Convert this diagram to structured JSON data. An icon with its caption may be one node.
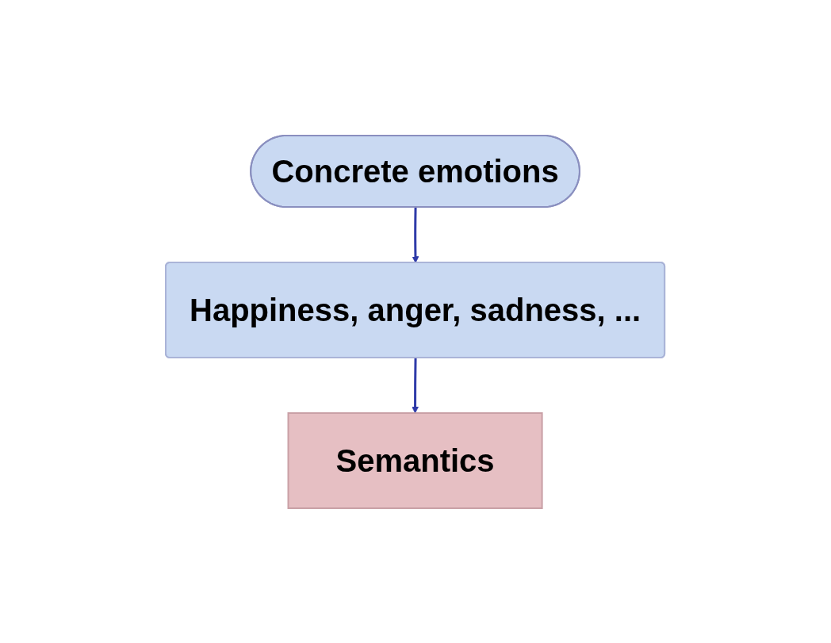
{
  "diagram": {
    "nodes": [
      {
        "text": [
          "Concrete emotions"
        ]
      },
      {
        "text": [
          "Happiness, anger, sadness, ..."
        ]
      },
      {
        "text": [
          "Semantics"
        ]
      }
    ],
    "edges": [
      {
        "from": 0,
        "to": 1,
        "arrow": "to"
      },
      {
        "from": 1,
        "to": 2,
        "arrow": "to"
      }
    ]
  }
}
